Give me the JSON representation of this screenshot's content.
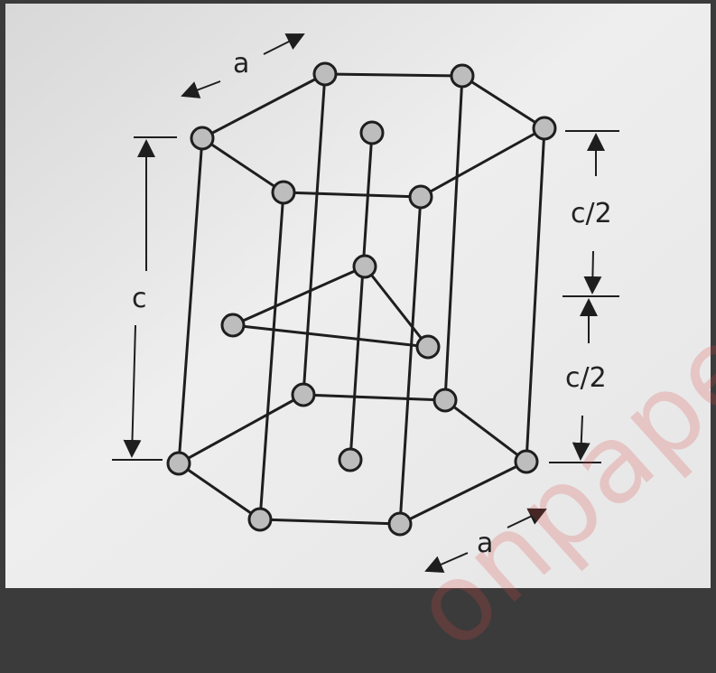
{
  "diagram": {
    "labels": {
      "top_a": "a",
      "bottom_a": "a",
      "c": "c",
      "c_half_top": "c/2",
      "c_half_bottom": "c/2"
    },
    "watermark_text": "onpapers",
    "colors": {
      "paper": "#ececec",
      "line": "#1e1e1e",
      "atom_fill": "#bdbdbd",
      "watermark": "#dc4646"
    }
  }
}
